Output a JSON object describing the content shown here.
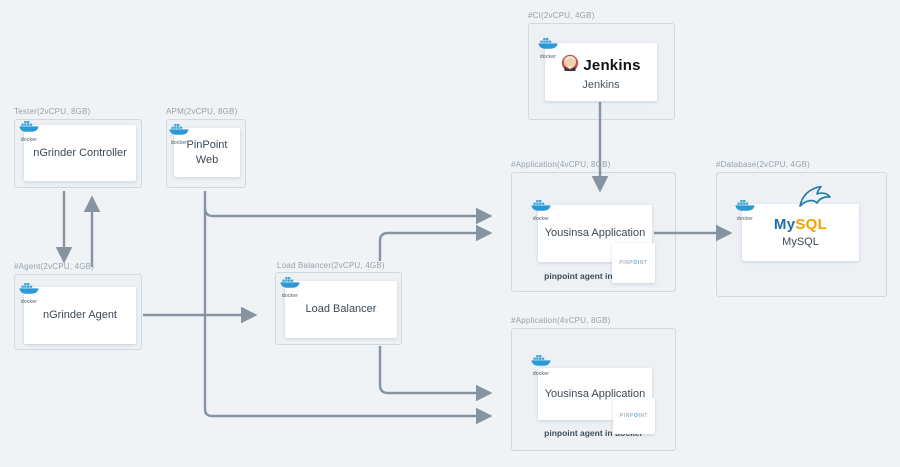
{
  "docker": {
    "label": "docker"
  },
  "groups": {
    "tester": {
      "label": "Tester(2vCPU, 8GB)",
      "node": "nGrinder Controller"
    },
    "apm": {
      "label": "APM(2vCPU, 8GB)",
      "node_line1": "PinPoint",
      "node_line2": "Web"
    },
    "agent": {
      "label": "#Agent(2vCPU, 4GB)",
      "node": "nGrinder Agent"
    },
    "load_balancer": {
      "label": "Load Balancer(2vCPU, 4GB)",
      "node": "Load Balancer"
    },
    "ci": {
      "label": "#CI(2vCPU, 4GB)",
      "logo": "Jenkins",
      "node": "Jenkins"
    },
    "application_top": {
      "label": "#Application(4vCPU, 8GB)",
      "node": "Yousinsa Application",
      "badge": {
        "p1": "PINP",
        "p2": "OI",
        "p3": "NT"
      },
      "caption": "pinpoint agent in docker"
    },
    "database": {
      "label": "#Database(2vCPU, 4GB)",
      "logo_my": "My",
      "logo_sql": "SQL",
      "node": "MySQL"
    },
    "application_bottom": {
      "label": "#Application(4vCPU, 8GB)",
      "node": "Yousinsa Application",
      "badge": {
        "p1": "PINP",
        "p2": "OI",
        "p3": "NT"
      },
      "caption": "pinpoint agent in docker"
    }
  },
  "edges": [
    {
      "from": "nGrinder Controller",
      "to": "nGrinder Agent"
    },
    {
      "from": "nGrinder Agent",
      "to": "nGrinder Controller"
    },
    {
      "from": "nGrinder Agent",
      "to": "Load Balancer"
    },
    {
      "from": "PinPoint Web",
      "to": "Yousinsa Application (top)"
    },
    {
      "from": "PinPoint Web",
      "to": "Yousinsa Application (bottom)"
    },
    {
      "from": "Load Balancer",
      "to": "Yousinsa Application (top)"
    },
    {
      "from": "Load Balancer",
      "to": "Yousinsa Application (bottom)"
    },
    {
      "from": "Jenkins",
      "to": "Yousinsa Application (top)"
    },
    {
      "from": "Yousinsa Application (top)",
      "to": "MySQL"
    }
  ],
  "colors": {
    "page_bg": "#f0f3f6",
    "group_bg": "#edf1f4",
    "group_border": "#cfd9e0",
    "group_label": "#95a1ab",
    "arrow": "#8694a1",
    "node_text": "#3b4954",
    "docker_blue": "#2b9ad4",
    "mysql_my": "#1e6ea7",
    "mysql_sql": "#f0a202"
  }
}
